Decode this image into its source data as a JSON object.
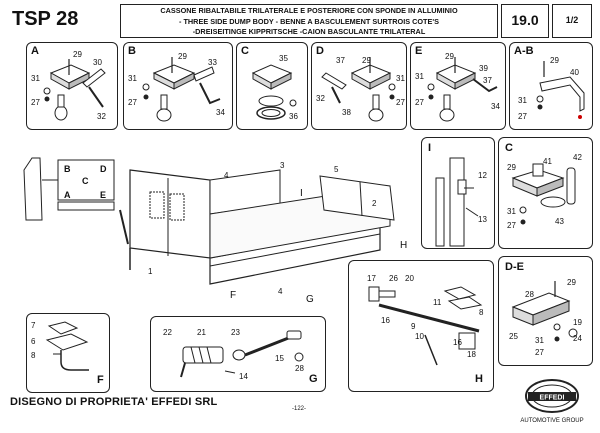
{
  "header": {
    "code": "TSP 28",
    "title_lines": [
      "CASSONE RIBALTABILE TRILATERALE E POSTERIORE CON SPONDE IN ALLUMINIO",
      "- THREE SIDE DUMP BODY - BENNE A BASCULEMENT SURTROIS COTE'S",
      "-DREISEITINGE KIPPRITSCHE -CAION BASCULANTE TRILATERAL"
    ],
    "page": "19.0",
    "sheet": "1/2"
  },
  "panels": {
    "A": {
      "label": "A",
      "parts": [
        "29",
        "30",
        "31",
        "32",
        "27"
      ]
    },
    "B": {
      "label": "B",
      "parts": [
        "29",
        "33",
        "31",
        "34",
        "27"
      ]
    },
    "C": {
      "label": "C",
      "parts": [
        "35",
        "36"
      ]
    },
    "D": {
      "label": "D",
      "parts": [
        "37",
        "29",
        "31",
        "32",
        "38",
        "27"
      ]
    },
    "E": {
      "label": "E",
      "parts": [
        "29",
        "39",
        "31",
        "37",
        "34",
        "27"
      ]
    },
    "AB": {
      "label": "A-B",
      "parts": [
        "29",
        "40",
        "31",
        "27"
      ]
    },
    "I": {
      "label": "I",
      "parts": [
        "12",
        "13"
      ]
    },
    "C2": {
      "label": "C",
      "parts": [
        "42",
        "29",
        "41",
        "31",
        "27",
        "43"
      ]
    },
    "DE": {
      "label": "D-E",
      "parts": [
        "28",
        "29",
        "25",
        "19",
        "31",
        "24",
        "27"
      ]
    },
    "F": {
      "label": "F",
      "parts": [
        "7",
        "6",
        "8"
      ]
    },
    "G": {
      "label": "G",
      "parts": [
        "22",
        "21",
        "23",
        "15",
        "28",
        "14"
      ]
    },
    "H": {
      "label": "H",
      "parts": [
        "17",
        "26",
        "20",
        "16",
        "11",
        "8",
        "9",
        "10",
        "16",
        "18"
      ]
    }
  },
  "main": {
    "cab_labels": [
      "B",
      "D",
      "C",
      "A",
      "E"
    ],
    "callouts": [
      "4",
      "3",
      "5",
      "2",
      "1",
      "I",
      "H",
      "F",
      "4",
      "G"
    ]
  },
  "footer": {
    "ownership": "DISEGNO DI PROPRIETA' EFFEDI SRL",
    "page_number": "-122-",
    "logo": "EFFEDI",
    "company": "AUTOMOTIVE GROUP"
  }
}
